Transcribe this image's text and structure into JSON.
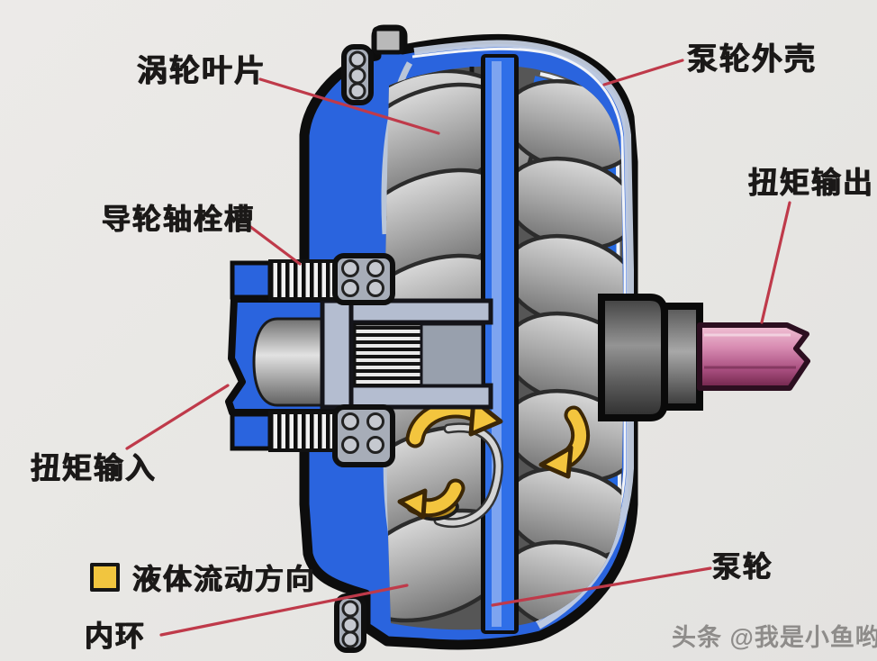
{
  "page": {
    "background": "#e8e7e4"
  },
  "diagram": {
    "labels": {
      "turbine_blades": {
        "text": "涡轮叶片"
      },
      "pump_housing": {
        "text": "泵轮外壳"
      },
      "torque_output": {
        "text": "扭矩输出"
      },
      "stator_spline": {
        "text": "导轮轴栓槽"
      },
      "torque_input": {
        "text": "扭矩输入"
      },
      "inner_ring": {
        "text": "内环"
      },
      "pump_wheel": {
        "text": "泵轮"
      }
    },
    "legend": {
      "label": "液体流动方向",
      "swatch_color": "#f1c53f"
    },
    "watermark": {
      "text": "头条 @我是小鱼哟",
      "color": "#8e8c8a"
    },
    "colors": {
      "housing_blue": "#2a64de",
      "divider_blue": "#2f6fe8",
      "blade_gray": "#a9a9a9",
      "flow_arrow_yellow": "#f3c53e",
      "output_shaft_pink": "#d88cb2",
      "annotation_line_red": "#bf3a4a",
      "outline_black": "#0d0d0d",
      "background": "#e8e7e4"
    }
  }
}
